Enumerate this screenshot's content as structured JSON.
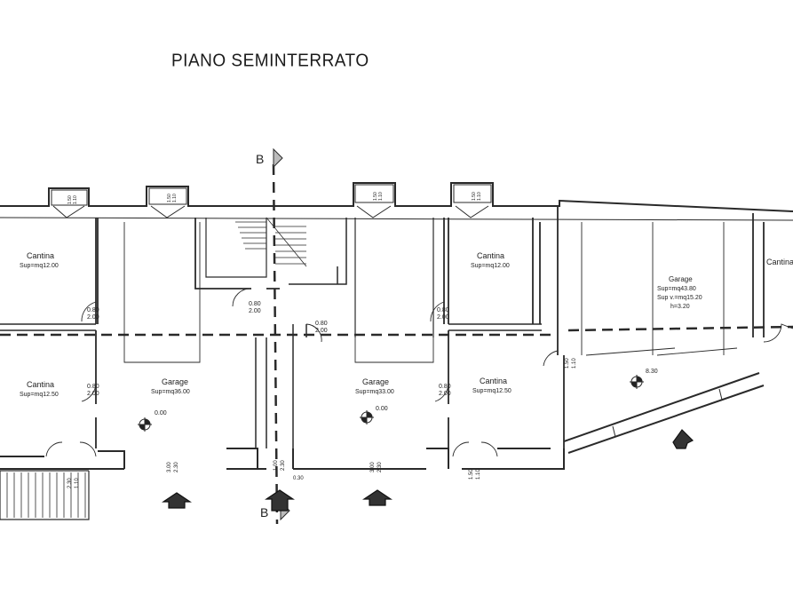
{
  "title": "PIANO SEMINTERRATO",
  "section": {
    "marker": "B"
  },
  "rooms": [
    {
      "name": "Cantina",
      "area": "Sup=mq12.00"
    },
    {
      "name": "Cantina",
      "area": "Sup=mq12.50"
    },
    {
      "name": "Garage",
      "area": "Sup=mq36.00"
    },
    {
      "name": "Garage",
      "area": "Sup=mq33.00"
    },
    {
      "name": "Cantina",
      "area": "Sup=mq12.00"
    },
    {
      "name": "Cantina",
      "area": "Sup=mq12.50"
    },
    {
      "name": "Garage",
      "area": "Sup=mq43.80",
      "extra1": "Sup v.=mq15.20",
      "extra2": "h=3.20"
    },
    {
      "name": "Cantina",
      "area": ""
    }
  ],
  "levels": [
    "0.00",
    "0.00",
    "0.30",
    "8.30"
  ],
  "openings": [
    {
      "top": "0.80",
      "bottom": "2.00"
    },
    {
      "top": "0.80",
      "bottom": "2.00"
    },
    {
      "top": "0.80",
      "bottom": "2.00"
    },
    {
      "top": "0.80",
      "bottom": "2.00"
    },
    {
      "top": "0.80",
      "bottom": "2.00"
    },
    {
      "top": "0.80",
      "bottom": "2.00"
    },
    {
      "top": "3.00",
      "bottom": "2.30"
    },
    {
      "top": "3.00",
      "bottom": "2.30"
    },
    {
      "top": "1.00",
      "bottom": "2.30"
    },
    {
      "top": "1.50",
      "bottom": "1.10"
    },
    {
      "top": "1.50",
      "bottom": "1.10"
    },
    {
      "top": "2.30",
      "bottom": "1.10"
    }
  ]
}
